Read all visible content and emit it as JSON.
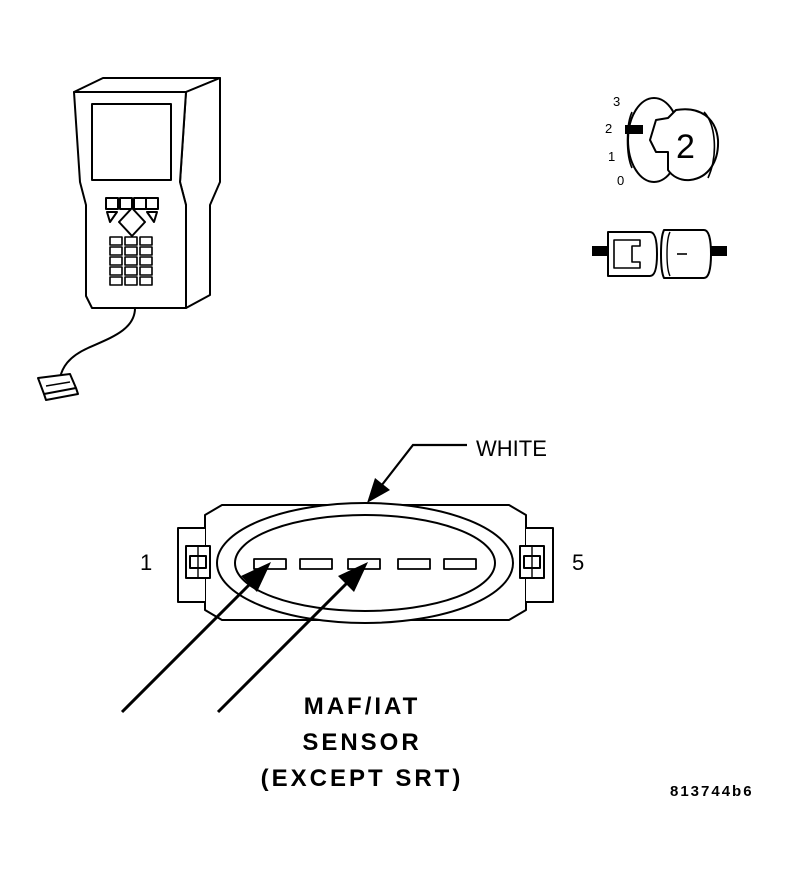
{
  "key_positions": [
    "3",
    "2",
    "1",
    "0"
  ],
  "key_number": "2",
  "wire_color_label": "WHITE",
  "pin_start": "1",
  "pin_end": "5",
  "sensor_label_lines": [
    "MAF/IAT",
    "SENSOR",
    "(EXCEPT SRT)"
  ],
  "figure_ref": "813744b6",
  "colors": {
    "line": "#000000",
    "background": "#ffffff"
  },
  "icons": [
    "scan-tool-icon",
    "ignition-key-icon",
    "connector-disconnect-icon",
    "sensor-connector-icon"
  ]
}
